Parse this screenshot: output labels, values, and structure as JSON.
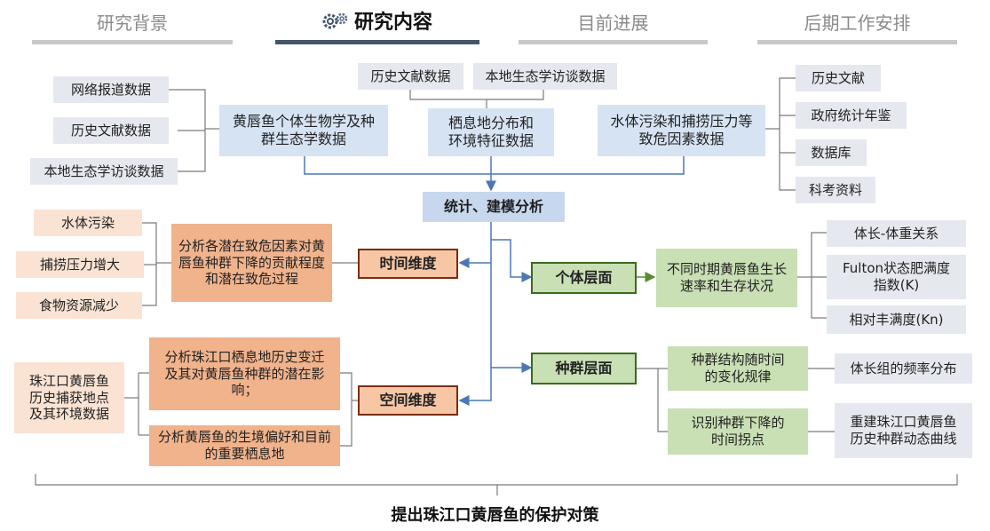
{
  "tabs": [
    "研究背景",
    "研究内容",
    "目前进展",
    "后期工作安排"
  ],
  "sources": {
    "top": [
      "历史文献数据",
      "本地生态学访谈数据"
    ],
    "left": [
      "网络报道数据",
      "历史文献数据",
      "本地生态学访谈数据"
    ],
    "right": [
      "历史文献",
      "政府统计年鉴",
      "数据库",
      "科考资料"
    ]
  },
  "categories": {
    "bio": "黄唇鱼个体生物学及种群生态学数据",
    "habitat": "栖息地分布和环境特征数据",
    "threat": "水体污染和捕捞压力等致危因素数据"
  },
  "analysis": "统计、建模分析",
  "time": {
    "label": "时间维度",
    "factors": [
      "水体污染",
      "捕捞压力增大",
      "食物资源减少"
    ],
    "task": "分析各潜在致危因素对黄唇鱼种群下降的贡献程度和潜在致危过程"
  },
  "space": {
    "label": "空间维度",
    "source": "珠江口黄唇鱼历史捕获地点及其环境数据",
    "tasks": [
      "分析珠江口栖息地历史变迁及其对黄唇鱼种群的潜在影响；",
      "分析黄唇鱼的生境偏好和目前的重要栖息地"
    ]
  },
  "individual": {
    "label": "个体层面",
    "task": "不同时期黄唇鱼生长速率和生存状况",
    "outputs": [
      "体长-体重关系",
      "Fulton状态肥满度指数(K)",
      "相对丰满度(Kn)"
    ]
  },
  "population": {
    "label": "种群层面",
    "tasks": [
      "种群结构随时间的变化规律",
      "识别种群下降的时间拐点"
    ],
    "outputs": [
      "体长组的频率分布",
      "重建珠江口黄唇鱼历史种群动态曲线"
    ]
  },
  "conclusion": "提出珠江口黄唇鱼的保护对策"
}
